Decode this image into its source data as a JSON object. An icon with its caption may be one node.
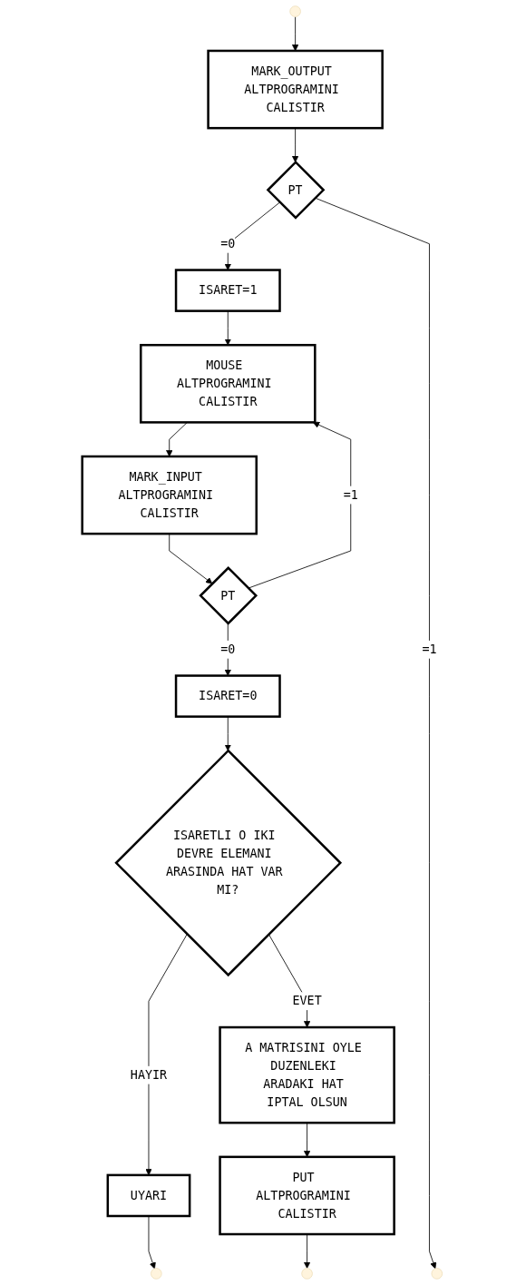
{
  "diagram": {
    "nodes": [
      {
        "text": [
          "MARK_OUTPUT ALTPROGRAMINI CALISTIR"
        ]
      },
      {
        "text": [
          "PT"
        ]
      },
      {
        "text": [
          "ISARET=1"
        ]
      },
      {
        "text": [
          "MOUSE ALTPROGRAMINI CALISTIR"
        ]
      },
      {
        "text": [
          "MARK_INPUT ALTPROGRAMINI CALISTIR"
        ]
      },
      {
        "text": [
          "PT"
        ]
      },
      {
        "text": [
          "ISARET=0"
        ]
      },
      {
        "text": [
          "ISARETLI O IKI DEVRE ELEMANI ARASINDA HAT VAR MI?"
        ]
      },
      {
        "text": [
          "UYARI"
        ]
      },
      {
        "text": [
          "A MATRISINI OYLE DUZENLEKI ARADAKI HAT IPTAL OLSUN"
        ]
      },
      {
        "text": [
          "PUT ALTPROGRAMINI CALISTIR"
        ]
      }
    ],
    "edges": [
      {
        "from": null,
        "to": 0,
        "arrow": "to"
      },
      {
        "from": 0,
        "to": 1,
        "arrow": "to"
      },
      {
        "from": 1,
        "to": 2,
        "arrow": "to",
        "label": "=0"
      },
      {
        "from": 1,
        "to": null,
        "arrow": "to",
        "label": "=1"
      },
      {
        "from": 2,
        "to": 3,
        "arrow": "to"
      },
      {
        "from": 3,
        "to": 4,
        "arrow": "to"
      },
      {
        "from": 4,
        "to": 5,
        "arrow": "to"
      },
      {
        "from": 5,
        "to": 3,
        "arrow": "to",
        "label": "=1"
      },
      {
        "from": 5,
        "to": 6,
        "arrow": "to",
        "label": "=0"
      },
      {
        "from": 6,
        "to": 7,
        "arrow": "to"
      },
      {
        "from": 7,
        "to": 8,
        "arrow": "to",
        "label": "HAYIR"
      },
      {
        "from": 8,
        "to": null,
        "arrow": "to"
      },
      {
        "from": 7,
        "to": 9,
        "arrow": "to",
        "label": "EVET"
      },
      {
        "from": 9,
        "to": 10,
        "arrow": "to"
      },
      {
        "from": 10,
        "to": null,
        "arrow": "to"
      }
    ]
  }
}
